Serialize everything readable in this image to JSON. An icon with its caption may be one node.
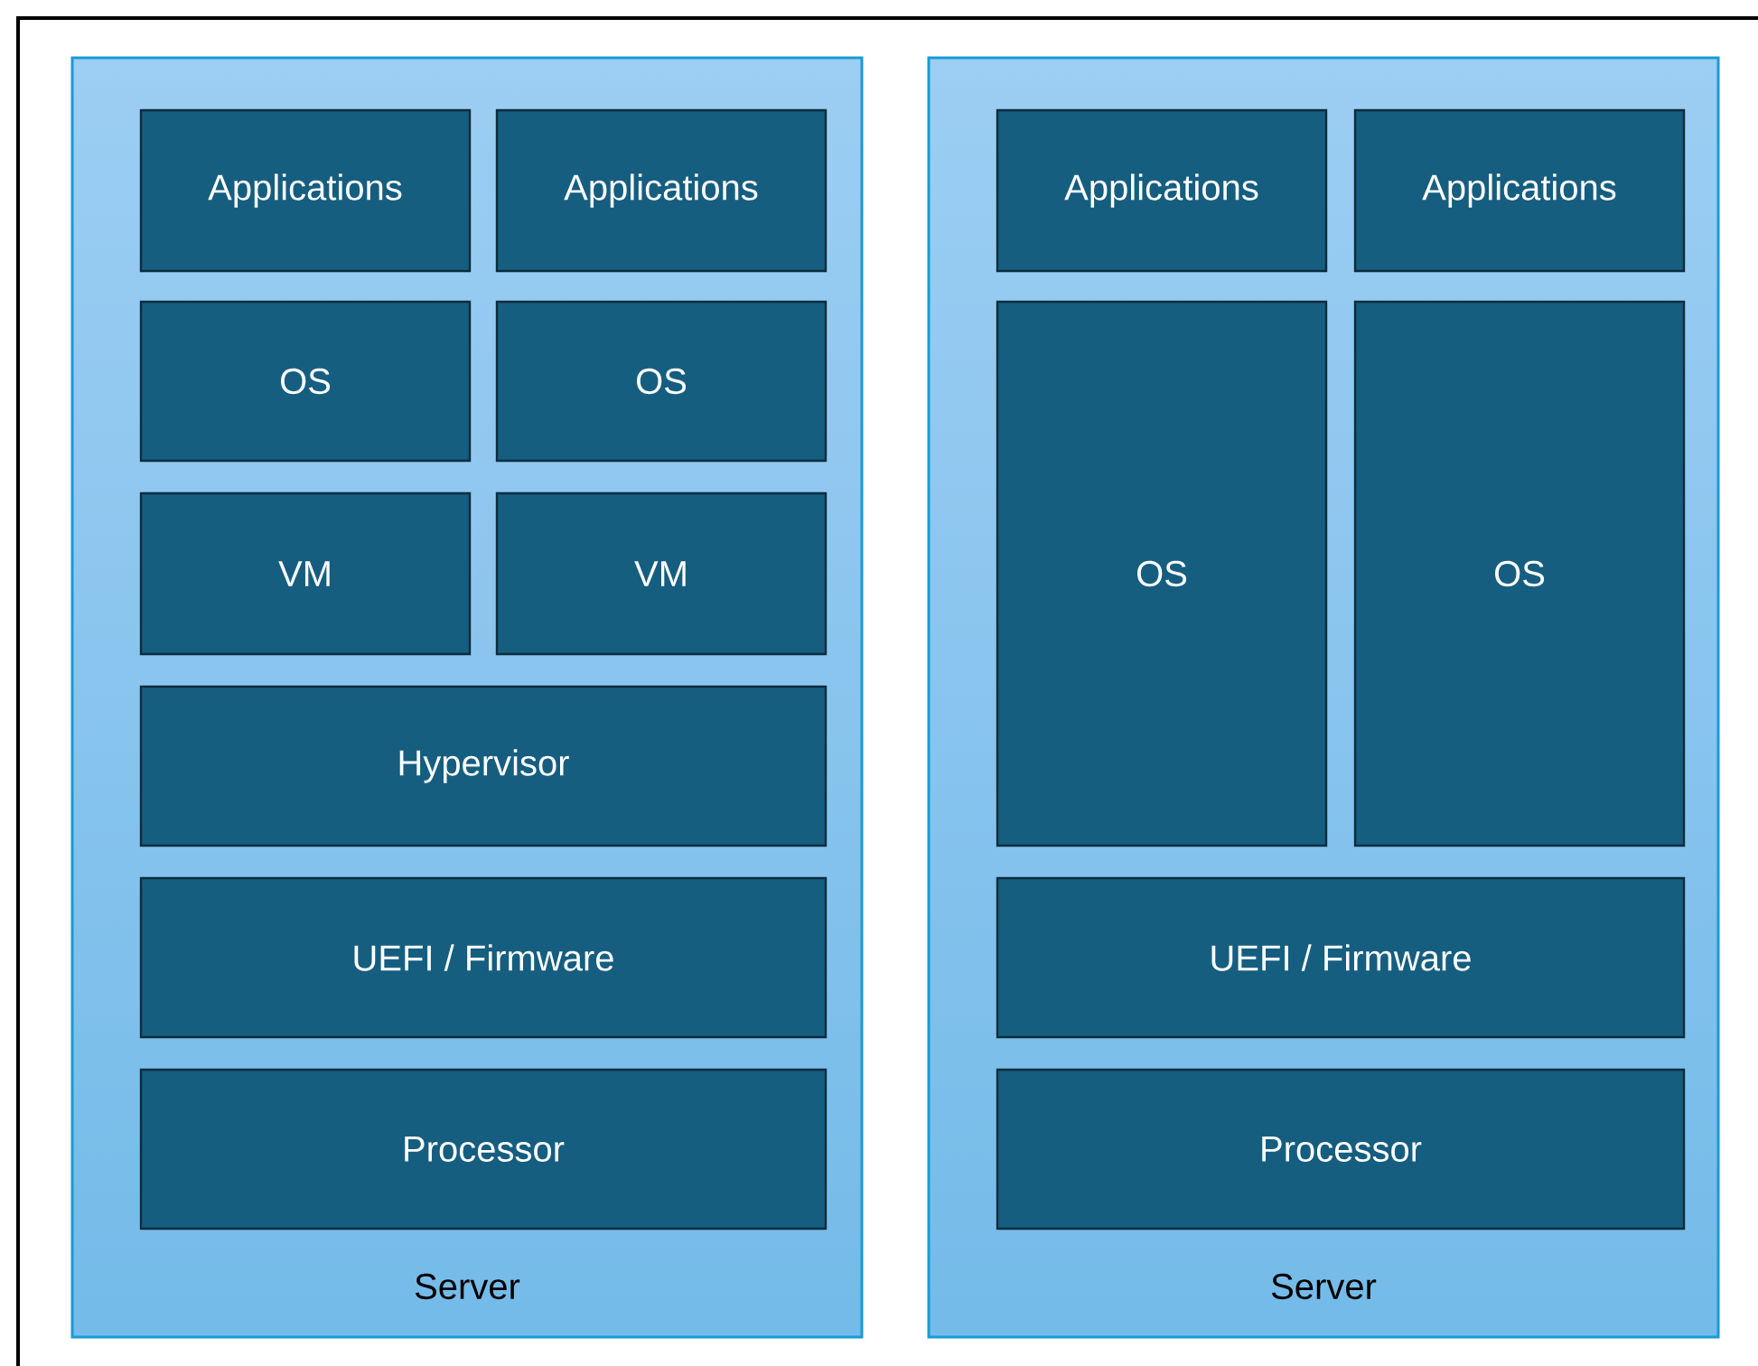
{
  "diagram": {
    "nodes": [
      {
        "text": [
          "Server"
        ]
      },
      {
        "text": [
          "Applications"
        ],
        "in": 0
      },
      {
        "text": [
          "Applications"
        ],
        "in": 0
      },
      {
        "text": [
          "OS"
        ],
        "in": 0
      },
      {
        "text": [
          "OS"
        ],
        "in": 0
      },
      {
        "text": [
          "VM"
        ],
        "in": 0
      },
      {
        "text": [
          "VM"
        ],
        "in": 0
      },
      {
        "text": [
          "Hypervisor"
        ],
        "in": 0
      },
      {
        "text": [
          "UEFI / Firmware"
        ],
        "in": 0
      },
      {
        "text": [
          "Processor"
        ],
        "in": 0
      },
      {
        "text": [
          "Server"
        ]
      },
      {
        "text": [
          "Applications"
        ],
        "in": 10
      },
      {
        "text": [
          "Applications"
        ],
        "in": 10
      },
      {
        "text": [
          "OS"
        ],
        "in": 10
      },
      {
        "text": [
          "OS"
        ],
        "in": 10
      },
      {
        "text": [
          "UEFI / Firmware"
        ],
        "in": 10
      },
      {
        "text": [
          "Processor"
        ],
        "in": 10
      }
    ]
  }
}
